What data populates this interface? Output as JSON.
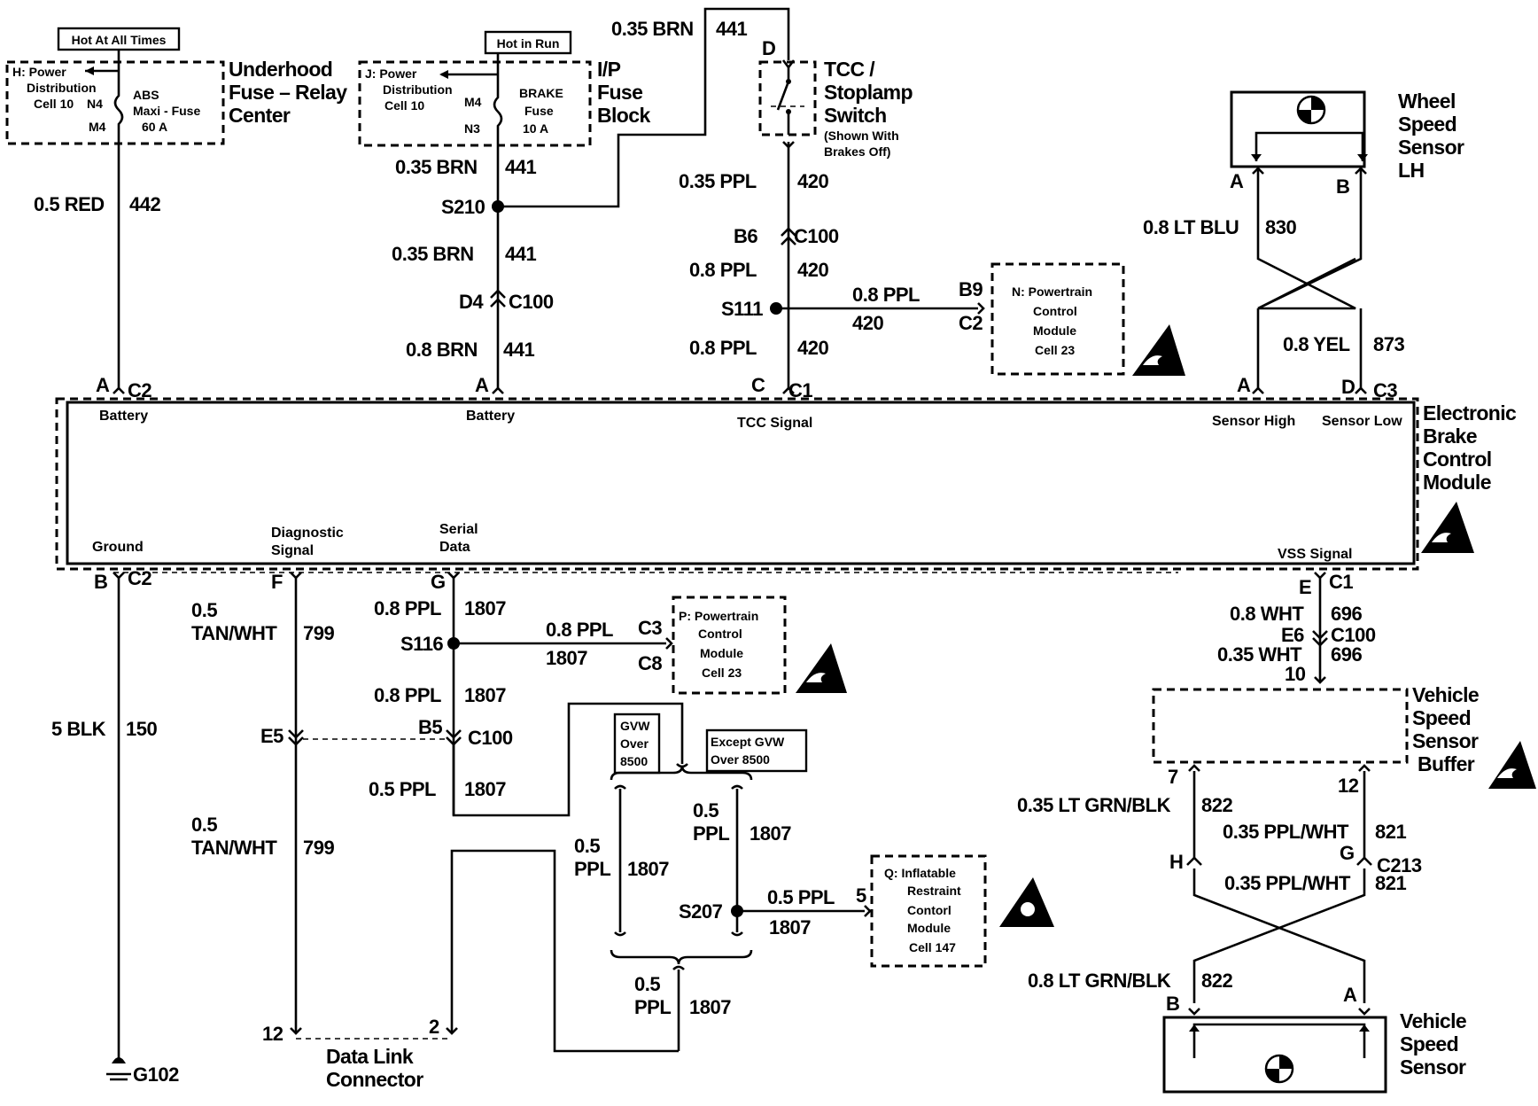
{
  "labels": {
    "hot_all_times": "Hot At All Times",
    "hot_in_run": "Hot in Run",
    "uh_power_1": "H: Power",
    "uh_power_2": "Distribution",
    "uh_power_3": "Cell 10",
    "uh_n4": "N4",
    "uh_m4": "M4",
    "abs_1": "ABS",
    "abs_2": "Maxi - Fuse",
    "abs_3": "60 A",
    "underhood_1": "Underhood",
    "underhood_2": "Fuse – Relay",
    "underhood_3": "Center",
    "ip_power_1": "J: Power",
    "ip_power_2": "Distribution",
    "ip_power_3": "Cell 10",
    "ip_m4": "M4",
    "ip_n3": "N3",
    "brake_1": "BRAKE",
    "brake_2": "Fuse",
    "brake_3": "10 A",
    "ipfuse_1": "I/P",
    "ipfuse_2": "Fuse",
    "ipfuse_3": "Block",
    "w_035brn_top": "0.35 BRN",
    "c_441_top": "441",
    "pin_d": "D",
    "tcc_1": "TCC /",
    "tcc_2": "Stoplamp",
    "tcc_3": "Switch",
    "tcc_4": "(Shown With",
    "tcc_5": "Brakes Off)",
    "w_05red": "0.5 RED",
    "c_442": "442",
    "w_035brn_1": "0.35 BRN",
    "c_441_1": "441",
    "s210": "S210",
    "w_035brn_2": "0.35 BRN",
    "c_441_2": "441",
    "d4": "D4",
    "c100_a": "C100",
    "w_08brn": "0.8 BRN",
    "c_441_3": "441",
    "w_035ppl": "0.35 PPL",
    "c_420_1": "420",
    "b6": "B6",
    "c100_b": "C100",
    "w_08ppl_1": "0.8 PPL",
    "c_420_2": "420",
    "s111": "S111",
    "w_08ppl_h": "0.8 PPL",
    "c_420_h": "420",
    "b9": "B9",
    "c2_pcm": "C2",
    "pcm_n_1": "N: Powertrain",
    "pcm_n_2": "Control",
    "pcm_n_3": "Module",
    "pcm_n_4": "Cell 23",
    "w_08ppl_2": "0.8 PPL",
    "c_420_3": "420",
    "wss_1": "Wheel",
    "wss_2": "Speed",
    "wss_3": "Sensor",
    "wss_4": "LH",
    "pin_a_wss": "A",
    "pin_b_wss": "B",
    "w_08ltblu": "0.8 LT BLU",
    "c_830": "830",
    "w_08yel": "0.8 YEL",
    "c_873": "873",
    "pin_a_c2": "A",
    "c2_top": "C2",
    "pin_a_bat2": "A",
    "pin_c_c1": "C",
    "c1_top": "C1",
    "pin_a_c3": "A",
    "pin_d_c3": "D",
    "c3_top": "C3",
    "ebcm_battery_1": "Battery",
    "ebcm_battery_2": "Battery",
    "ebcm_tcc": "TCC Signal",
    "ebcm_sensor_high": "Sensor High",
    "ebcm_sensor_low": "Sensor Low",
    "ebcm_1": "Electronic",
    "ebcm_2": "Brake",
    "ebcm_3": "Control",
    "ebcm_4": "Module",
    "ebcm_ground": "Ground",
    "ebcm_diag_1": "Diagnostic",
    "ebcm_diag_2": "Signal",
    "ebcm_serial_1": "Serial",
    "ebcm_serial_2": "Data",
    "ebcm_vss": "VSS Signal",
    "pin_b_c2": "B",
    "c2_bot": "C2",
    "pin_f": "F",
    "pin_g": "G",
    "pin_e": "E",
    "c1_bot": "C1",
    "w_05_tw_1a": "0.5",
    "w_05_tw_1b": "TAN/WHT",
    "c_799_1": "799",
    "w_08ppl_3": "0.8 PPL",
    "c_1807_1": "1807",
    "s116": "S116",
    "w_08ppl_h2": "0.8 PPL",
    "c_1807_h2": "1807",
    "c3_pcm": "C3",
    "c8_pcm": "C8",
    "pcm_p_1": "P: Powertrain",
    "pcm_p_2": "Control",
    "pcm_p_3": "Module",
    "pcm_p_4": "Cell 23",
    "w_08ppl_4": "0.8 PPL",
    "c_1807_2": "1807",
    "w_5blk": "5 BLK",
    "c_150": "150",
    "e5": "E5",
    "b5": "B5",
    "c100_c": "C100",
    "gvw_1": "GVW",
    "gvw_2": "Over",
    "gvw_3": "8500",
    "exgvw_1": "Except GVW",
    "exgvw_2": "Over 8500",
    "w_05ppl_1": "0.5 PPL",
    "c_1807_3": "1807",
    "w_05_tw_2a": "0.5",
    "w_05_tw_2b": "TAN/WHT",
    "c_799_2": "799",
    "w_05ppl_2a": "0.5",
    "w_05ppl_2b": "PPL",
    "c_1807_4": "1807",
    "w_05ppl_3a": "0.5",
    "w_05ppl_3b": "PPL",
    "c_1807_5": "1807",
    "s207": "S207",
    "w_05ppl_h": "0.5 PPL",
    "c_1807_h": "1807",
    "pin_5": "5",
    "sir_1": "Q: Inflatable",
    "sir_2": "Restraint",
    "sir_3": "Contorl",
    "sir_4": "Module",
    "sir_5": "Cell 147",
    "w_05ppl_4a": "0.5",
    "w_05ppl_4b": "PPL",
    "c_1807_6": "1807",
    "pin_12_dlc": "12",
    "pin_2_dlc": "2",
    "dlc_1": "Data Link",
    "dlc_2": "Connector",
    "g102": "G102",
    "w_08wht": "0.8 WHT",
    "c_696_1": "696",
    "e6": "E6",
    "c100_d": "C100",
    "w_035wht": "0.35 WHT",
    "c_696_2": "696",
    "pin_10": "10",
    "vssb_1": "Vehicle",
    "vssb_2": "Speed",
    "vssb_3": "Sensor",
    "vssb_4": "Buffer",
    "pin_7": "7",
    "pin_12_b": "12",
    "w_035ltgrnblk": "0.35 LT GRN/BLK",
    "c_822_1": "822",
    "w_035pplwht_1": "0.35 PPL/WHT",
    "c_821_1": "821",
    "pin_h": "H",
    "pin_g2": "G",
    "c213": "C213",
    "w_035pplwht_2": "0.35 PPL/WHT",
    "c_821_2": "821",
    "w_08ltgrnblk": "0.8 LT GRN/BLK",
    "c_822_2": "822",
    "pin_b_vss": "B",
    "pin_a_vss": "A",
    "vss_1": "Vehicle",
    "vss_2": "Speed",
    "vss_3": "Sensor"
  }
}
